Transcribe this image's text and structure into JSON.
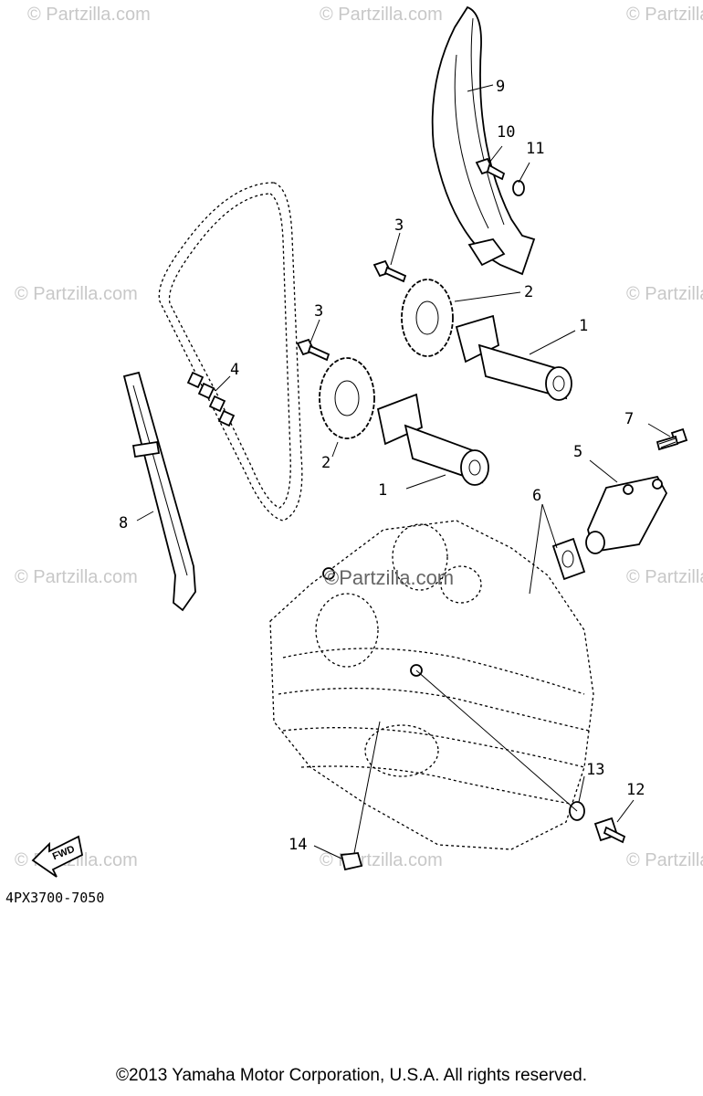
{
  "diagram": {
    "watermark_text": "© Partzilla.com",
    "watermark_center": "©Partzilla.com",
    "part_number": "4PX3700-7050",
    "fwd_label": "FWD",
    "callouts": {
      "c1a": "1",
      "c1b": "1",
      "c2a": "2",
      "c2b": "2",
      "c3a": "3",
      "c3b": "3",
      "c4": "4",
      "c5": "5",
      "c6": "6",
      "c7": "7",
      "c8": "8",
      "c9": "9",
      "c10": "10",
      "c11": "11",
      "c12": "12",
      "c13": "13",
      "c14": "14"
    }
  },
  "footer": {
    "copyright": "©2013 Yamaha Motor Corporation, U.S.A. All rights reserved."
  }
}
